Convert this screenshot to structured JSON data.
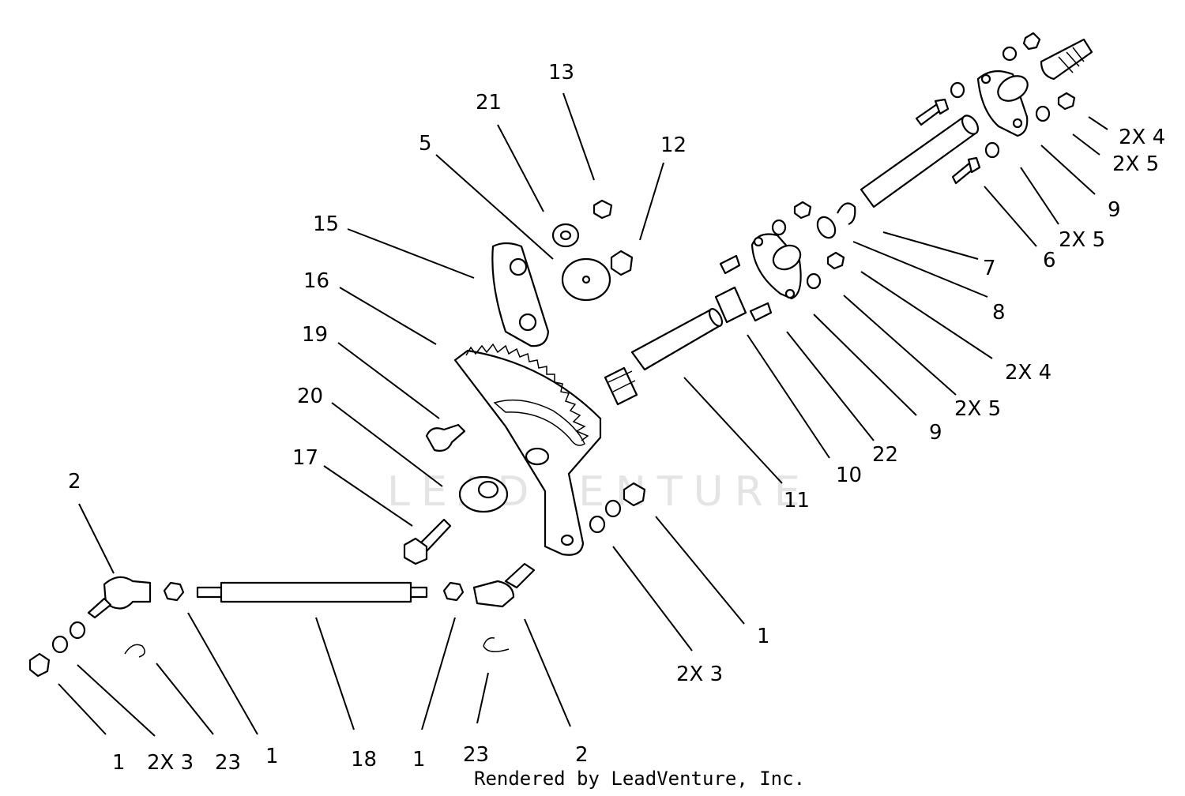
{
  "watermark": "LEADVENTURE",
  "footer": "Rendered by LeadVenture, Inc.",
  "callouts": [
    {
      "id": "c13",
      "text": "13"
    },
    {
      "id": "c21",
      "text": "21"
    },
    {
      "id": "c5a",
      "text": "5"
    },
    {
      "id": "c12",
      "text": "12"
    },
    {
      "id": "c15",
      "text": "15"
    },
    {
      "id": "c16",
      "text": "16"
    },
    {
      "id": "c19",
      "text": "19"
    },
    {
      "id": "c20",
      "text": "20"
    },
    {
      "id": "c17",
      "text": "17"
    },
    {
      "id": "c2a",
      "text": "2"
    },
    {
      "id": "c2x4a",
      "text": "2X 4"
    },
    {
      "id": "c2x5a",
      "text": "2X 5"
    },
    {
      "id": "c9a",
      "text": "9"
    },
    {
      "id": "c2x5b",
      "text": "2X 5"
    },
    {
      "id": "c6",
      "text": "6"
    },
    {
      "id": "c7",
      "text": "7"
    },
    {
      "id": "c8",
      "text": "8"
    },
    {
      "id": "c2x4b",
      "text": "2X 4"
    },
    {
      "id": "c2x5c",
      "text": "2X 5"
    },
    {
      "id": "c9b",
      "text": "9"
    },
    {
      "id": "c22",
      "text": "22"
    },
    {
      "id": "c10",
      "text": "10"
    },
    {
      "id": "c11",
      "text": "11"
    },
    {
      "id": "c1a",
      "text": "1"
    },
    {
      "id": "c2x3a",
      "text": "2X 3"
    },
    {
      "id": "c1b",
      "text": "1"
    },
    {
      "id": "c2x3b",
      "text": "2X 3"
    },
    {
      "id": "c23a",
      "text": "23"
    },
    {
      "id": "c1c",
      "text": "1"
    },
    {
      "id": "c18",
      "text": "18"
    },
    {
      "id": "c1d",
      "text": "1"
    },
    {
      "id": "c23b",
      "text": "23"
    },
    {
      "id": "c2b",
      "text": "2"
    }
  ]
}
